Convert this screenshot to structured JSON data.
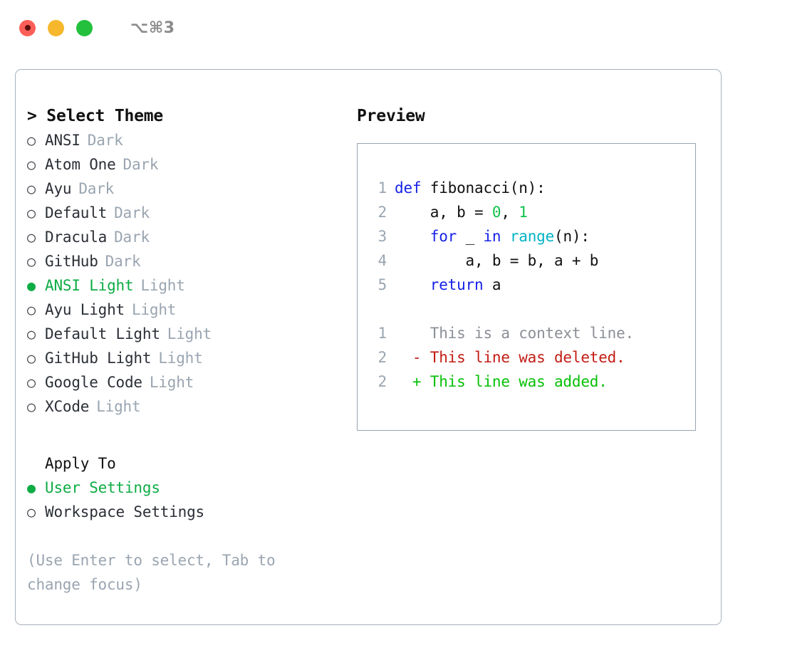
{
  "titlebar": {
    "lights": [
      {
        "name": "close",
        "color": "#fb5f58"
      },
      {
        "name": "minimize",
        "color": "#f6b72c"
      },
      {
        "name": "zoom",
        "color": "#23c03e"
      }
    ],
    "shortcut": "⌥⌘3"
  },
  "theme_panel": {
    "heading": "> Select Theme",
    "caret": ">",
    "heading_text": "Select Theme",
    "options": [
      {
        "bullet": "○",
        "label": "ANSI",
        "variant": "Dark",
        "selected": false
      },
      {
        "bullet": "○",
        "label": "Atom One",
        "variant": "Dark",
        "selected": false
      },
      {
        "bullet": "○",
        "label": "Ayu",
        "variant": "Dark",
        "selected": false
      },
      {
        "bullet": "○",
        "label": "Default",
        "variant": "Dark",
        "selected": false
      },
      {
        "bullet": "○",
        "label": "Dracula",
        "variant": "Dark",
        "selected": false
      },
      {
        "bullet": "○",
        "label": "GitHub",
        "variant": "Dark",
        "selected": false
      },
      {
        "bullet": "●",
        "label": "ANSI Light",
        "variant": "Light",
        "selected": true
      },
      {
        "bullet": "○",
        "label": "Ayu Light",
        "variant": "Light",
        "selected": false
      },
      {
        "bullet": "○",
        "label": "Default Light",
        "variant": "Light",
        "selected": false
      },
      {
        "bullet": "○",
        "label": "GitHub Light",
        "variant": "Light",
        "selected": false
      },
      {
        "bullet": "○",
        "label": "Google Code",
        "variant": "Light",
        "selected": false
      },
      {
        "bullet": "○",
        "label": "XCode",
        "variant": "Light",
        "selected": false
      }
    ]
  },
  "apply_to": {
    "heading": "Apply To",
    "options": [
      {
        "bullet": "●",
        "label": "User Settings",
        "selected": true
      },
      {
        "bullet": "○",
        "label": "Workspace Settings",
        "selected": false
      }
    ]
  },
  "hint": "(Use Enter to select, Tab to change focus)",
  "preview": {
    "title": "Preview",
    "code_lines": [
      {
        "no": "1",
        "tokens": [
          {
            "t": "def ",
            "c": "kw"
          },
          {
            "t": "fibonacci(n):",
            "c": "plain"
          }
        ]
      },
      {
        "no": "2",
        "tokens": [
          {
            "t": "    a, b = ",
            "c": "plain"
          },
          {
            "t": "0",
            "c": "num"
          },
          {
            "t": ", ",
            "c": "plain"
          },
          {
            "t": "1",
            "c": "num"
          }
        ]
      },
      {
        "no": "3",
        "tokens": [
          {
            "t": "    ",
            "c": "plain"
          },
          {
            "t": "for",
            "c": "kw"
          },
          {
            "t": " _ ",
            "c": "plain"
          },
          {
            "t": "in",
            "c": "kw"
          },
          {
            "t": " ",
            "c": "plain"
          },
          {
            "t": "range",
            "c": "fn"
          },
          {
            "t": "(n):",
            "c": "plain"
          }
        ]
      },
      {
        "no": "4",
        "tokens": [
          {
            "t": "        a, b = b, a + b",
            "c": "plain"
          }
        ]
      },
      {
        "no": "5",
        "tokens": [
          {
            "t": "    ",
            "c": "plain"
          },
          {
            "t": "return",
            "c": "kw"
          },
          {
            "t": " a",
            "c": "plain"
          }
        ]
      }
    ],
    "diff_lines": [
      {
        "no": "1",
        "marker": " ",
        "text": " This is a context line.",
        "kind": "ctx"
      },
      {
        "no": "2",
        "marker": "-",
        "text": " This line was deleted.",
        "kind": "del"
      },
      {
        "no": "2",
        "marker": "+",
        "text": " This line was added.",
        "kind": "add"
      }
    ]
  },
  "colors": {
    "accent_green": "#0eac45",
    "muted": "#9aa5b1",
    "keyword_blue": "#1622e8",
    "function_cyan": "#00b3c4",
    "number_green": "#0ec24a",
    "diff_delete_red": "#c21c14",
    "diff_add_green": "#07c007",
    "border": "#a8b1bd"
  }
}
